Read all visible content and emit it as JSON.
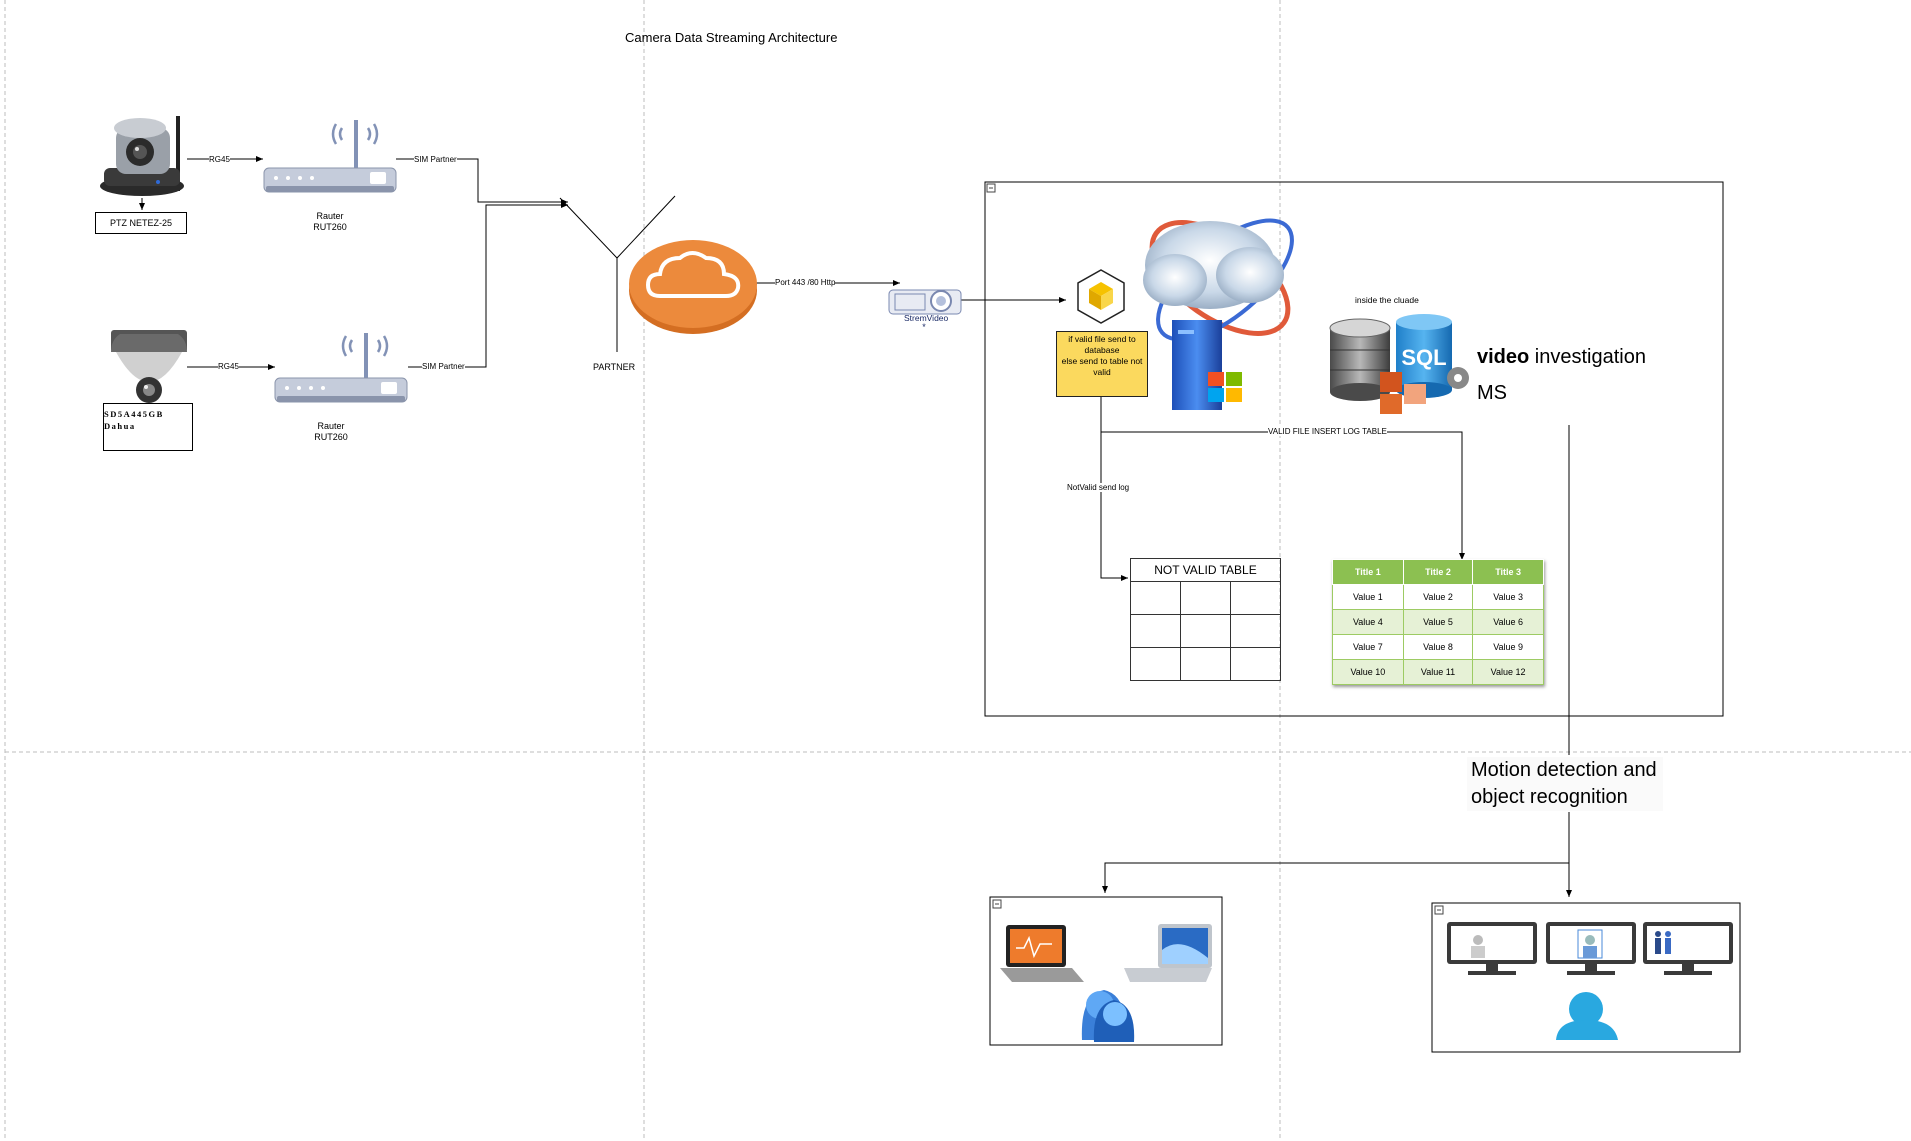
{
  "title": "Camera Data Streaming Architecture",
  "devices": {
    "camera1_label": "PTZ NETEZ-25",
    "camera2_label_line1": "SD5A445GB",
    "camera2_label_line2": "Dahua",
    "router_name": "Rauter",
    "router_model": "RUT260"
  },
  "connections": {
    "rg45": "RG45",
    "sim_partner": "SIM Partner",
    "port": "Port 443 /80 Http",
    "partner": "PARTNER",
    "strem_video": "StremVideo"
  },
  "cloud_box": {
    "validation_text_line1": "if valid file send to",
    "validation_text_line2": "database",
    "validation_text_line3": "else send to table not",
    "validation_text_line4": "valid",
    "inside_label": "inside the cluade",
    "video_bold": "video",
    "video_rest": " investigation",
    "ms": "MS",
    "valid_edge": "VALID FILE INSERT LOG TABLE",
    "notvalid_edge": "NotValid send log",
    "not_valid_table_title": "NOT VALID TABLE"
  },
  "green_table": {
    "headers": [
      "Title 1",
      "Title 2",
      "Title 3"
    ],
    "rows": [
      [
        "Value 1",
        "Value 2",
        "Value 3"
      ],
      [
        "Value 4",
        "Value 5",
        "Value 6"
      ],
      [
        "Value 7",
        "Value 8",
        "Value 9"
      ],
      [
        "Value 10",
        "Value 11",
        "Value 12"
      ]
    ]
  },
  "motion_line1": "Motion detection and",
  "motion_line2": "object recognition",
  "colors": {
    "cloud_orange": "#ec8a3c",
    "sticky_yellow": "#fbd95e",
    "table_green": "#8cc051",
    "user_blue": "#29a8e0",
    "grid_gray": "#bdbdbd"
  }
}
